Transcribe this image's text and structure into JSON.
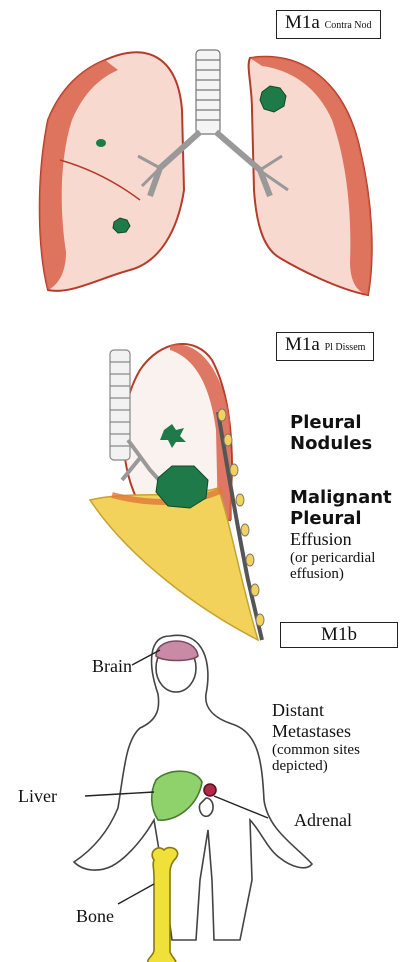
{
  "stage_labels": {
    "m1a_contra": {
      "main": "M1a",
      "sub": "Contra Nod"
    },
    "m1a_pl": {
      "main": "M1a",
      "sub": "Pl Dissem"
    },
    "m1b": {
      "main": "M1b"
    }
  },
  "pleural": {
    "nodules_line1": "Pleural",
    "nodules_line2": "Nodules",
    "effusion_line1": "Malignant",
    "effusion_line2": "Pleural",
    "effusion_line3": "Effusion",
    "effusion_note1": "(or pericardial",
    "effusion_note2": "effusion)"
  },
  "distant": {
    "line1": "Distant",
    "line2": "Metastases",
    "note1": "(common sites",
    "note2": "depicted)"
  },
  "organs": {
    "brain": "Brain",
    "liver": "Liver",
    "adrenal": "Adrenal",
    "bone": "Bone"
  },
  "colors": {
    "lung_red": "#d9614a",
    "tumor_green": "#1f7a4a",
    "effusion_yellow": "#f2d25a",
    "liver_green": "#8fd16a",
    "bone_yellow": "#f0e03a",
    "brain_pink": "#c98aa6"
  }
}
